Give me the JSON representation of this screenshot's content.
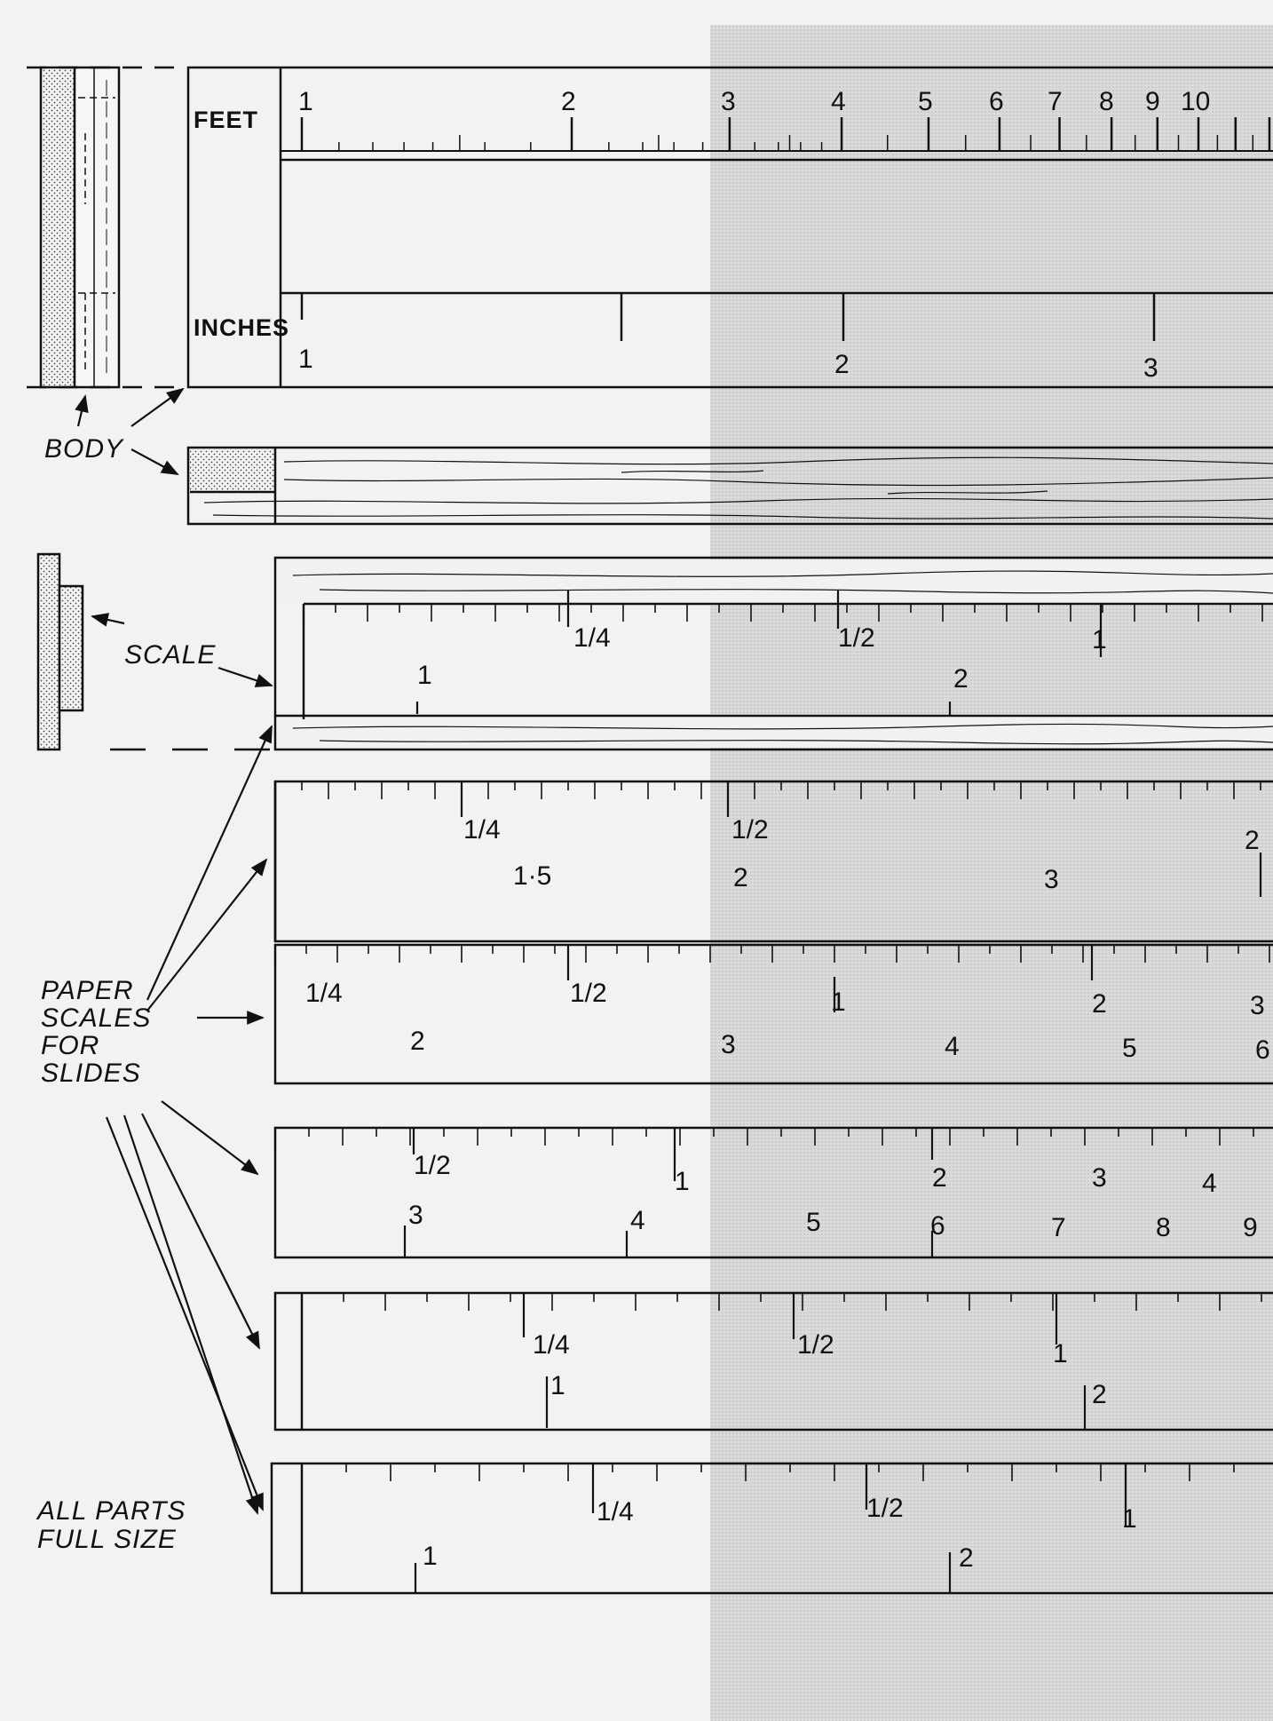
{
  "labels": {
    "feet": "FEET",
    "inches": "INCHES",
    "body": "BODY",
    "scale": "SCALE",
    "paper_scales": "PAPER\nSCALES\nFOR\nSLIDES",
    "all_parts": "ALL  PARTS\nFULL SIZE"
  },
  "top_scale": {
    "feet_ticks": [
      "1",
      "2",
      "3",
      "4",
      "5",
      "6",
      "7",
      "8",
      "9",
      "10"
    ],
    "inch_ticks": [
      "1",
      "2",
      "3"
    ]
  },
  "slides": [
    {
      "marks": [
        "1/4",
        "1/2",
        "1",
        "1",
        "2"
      ]
    },
    {
      "marks": [
        "1/4",
        "1/2",
        "1·5",
        "2",
        "3",
        "2"
      ]
    },
    {
      "marks": [
        "1/4",
        "1/2",
        "1",
        "2",
        "3",
        "2",
        "3",
        "4",
        "5",
        "6"
      ]
    },
    {
      "marks": [
        "1/2",
        "1",
        "2",
        "3",
        "4",
        "3",
        "4",
        "5",
        "6",
        "7",
        "8",
        "9"
      ]
    },
    {
      "marks": [
        "1/4",
        "1/2",
        "1",
        "1",
        "2"
      ]
    },
    {
      "marks": [
        "1/4",
        "1/2",
        "1",
        "1",
        "2"
      ]
    }
  ],
  "colors": {
    "ink": "#111111",
    "paper": "#f2f2f0",
    "screen": "#d6d6d6"
  }
}
